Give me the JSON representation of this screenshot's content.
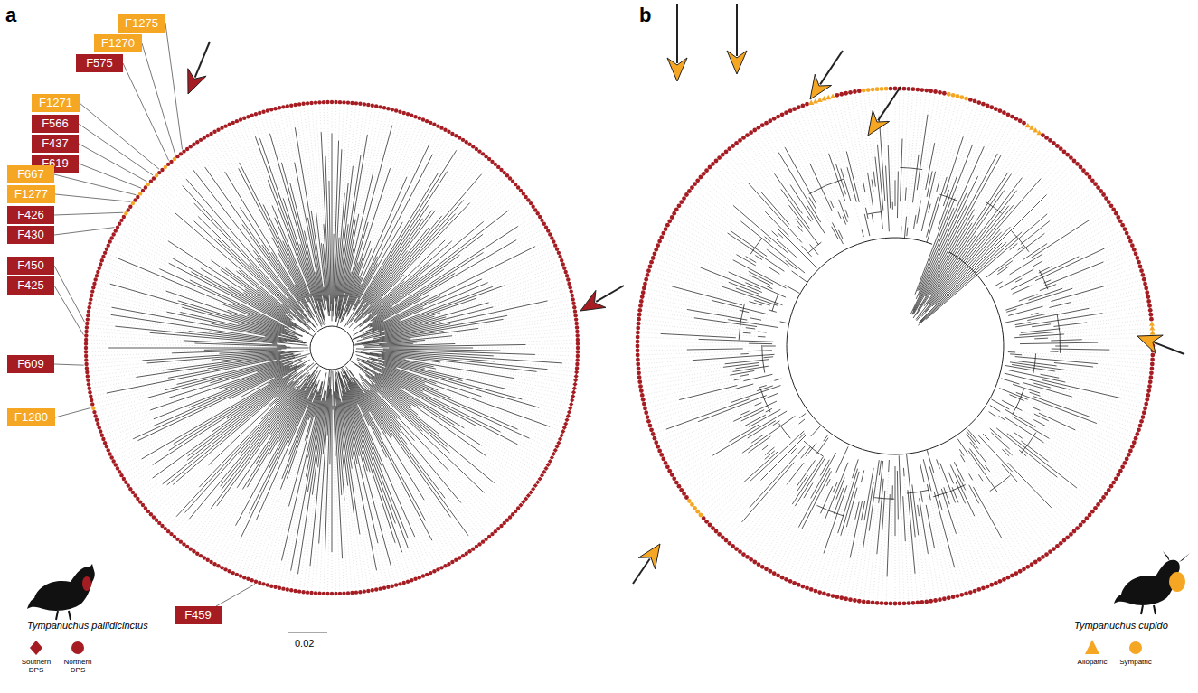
{
  "diagram": {
    "nodes": [
      {
        "text": [
          "F1275"
        ]
      },
      {
        "text": [
          "F1270"
        ]
      },
      {
        "text": [
          "F575"
        ]
      },
      {
        "text": [
          "F1271"
        ]
      },
      {
        "text": [
          "F566"
        ]
      },
      {
        "text": [
          "F437"
        ]
      },
      {
        "text": [
          "F619"
        ]
      },
      {
        "text": [
          "F667"
        ]
      },
      {
        "text": [
          "F1277"
        ]
      },
      {
        "text": [
          "F426"
        ]
      },
      {
        "text": [
          "F430"
        ]
      },
      {
        "text": [
          "F450"
        ]
      },
      {
        "text": [
          "F425"
        ]
      },
      {
        "text": [
          "F609"
        ]
      },
      {
        "text": [
          "F1280"
        ]
      },
      {
        "text": [
          "F459"
        ]
      }
    ],
    "edges": [],
    "labels": [
      "a",
      "b",
      "Tympanuchus pallidicinctus",
      "0.02",
      "Tympanuchus cupido"
    ],
    "legend": [
      {
        "text": "Southern DPS"
      },
      {
        "text": "Northern DPS"
      },
      {
        "text": "Allopatric"
      },
      {
        "text": "Sympatric"
      }
    ]
  }
}
